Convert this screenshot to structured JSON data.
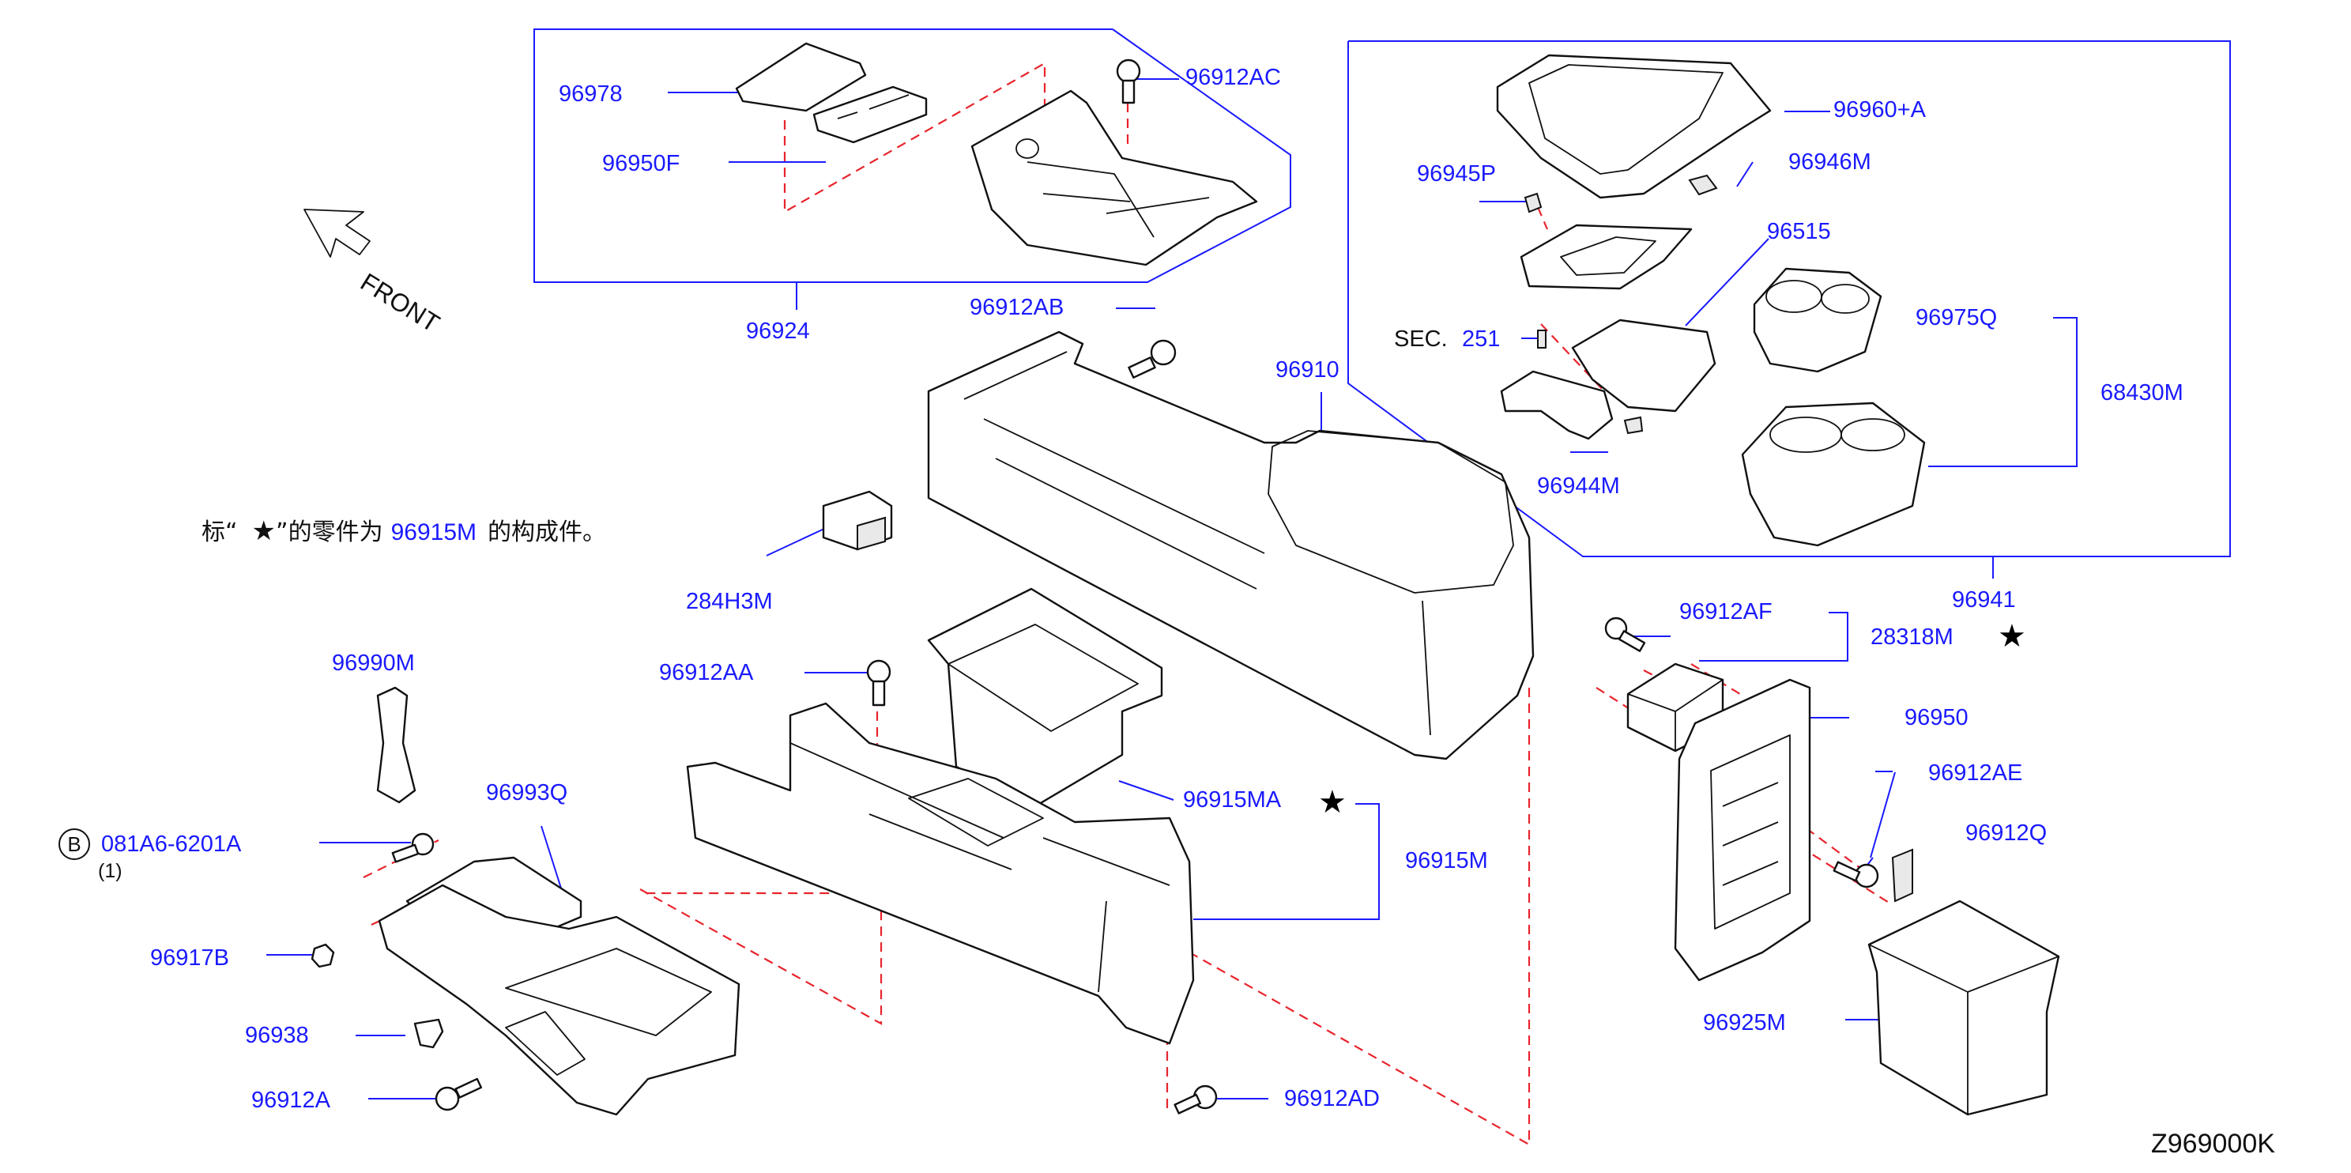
{
  "diagram": {
    "labels": {
      "p96978": "96978",
      "p96950F": "96950F",
      "p96912AC": "96912AC",
      "p96924": "96924",
      "p96912AB": "96912AB",
      "p96910": "96910",
      "p96960A": "96960+A",
      "p96945P": "96945P",
      "p96946M": "96946M",
      "p96515": "96515",
      "sec": "SEC.",
      "sec_num": "251",
      "p96975Q": "96975Q",
      "p68430M": "68430M",
      "p96944M": "96944M",
      "p96941": "96941",
      "p284H3M": "284H3M",
      "p96990M": "96990M",
      "p96912AA": "96912AA",
      "p96915MA": "96915MA",
      "p96915M": "96915M",
      "p96993Q": "96993Q",
      "p081A6": "081A6-6201A",
      "qty": "(1)",
      "circle_letter": "B",
      "p96917B": "96917B",
      "p96938": "96938",
      "p96912A": "96912A",
      "p96912AD": "96912AD",
      "p96912AF": "96912AF",
      "p28318M": "28318M",
      "p96950": "96950",
      "p96912AE": "96912AE",
      "p96912Q": "96912Q",
      "p96925M": "96925M",
      "front": "FRONT",
      "diagram_code": "Z969000K"
    },
    "note": {
      "prefix": "标“",
      "star": "★",
      "middle": "”的零件为",
      "part": "96915M",
      "suffix": "的构成件。"
    },
    "star_symbol": "★"
  }
}
